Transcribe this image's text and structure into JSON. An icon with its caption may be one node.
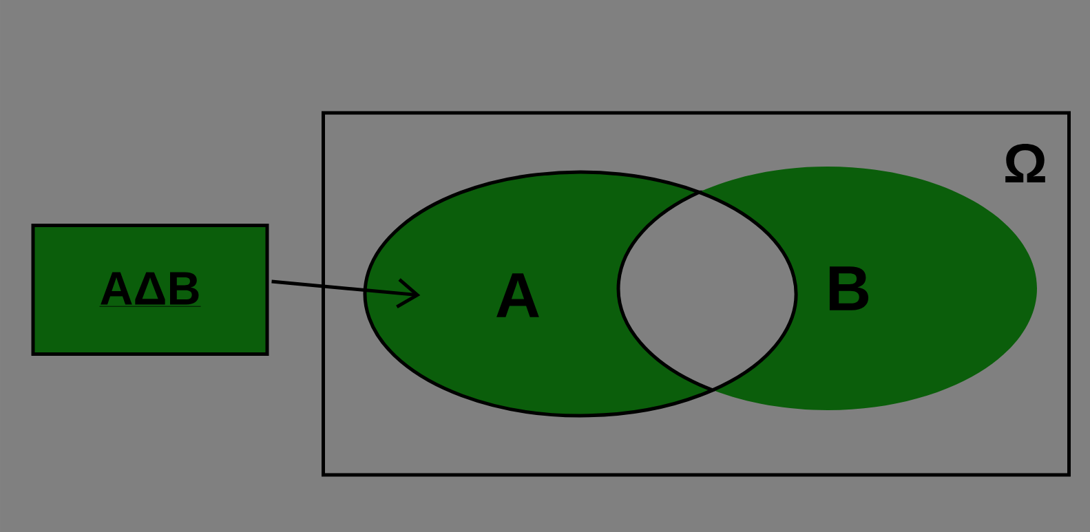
{
  "diagram": {
    "nodes": [
      {
        "text": [
          "AΔB"
        ]
      },
      {
        "text": [
          "Ω"
        ]
      },
      {
        "text": [
          "A"
        ],
        "in": 1
      },
      {
        "text": [
          "B"
        ],
        "in": 1
      }
    ],
    "edges": [
      {
        "from": 0,
        "to": 2,
        "arrow": "to"
      }
    ]
  }
}
